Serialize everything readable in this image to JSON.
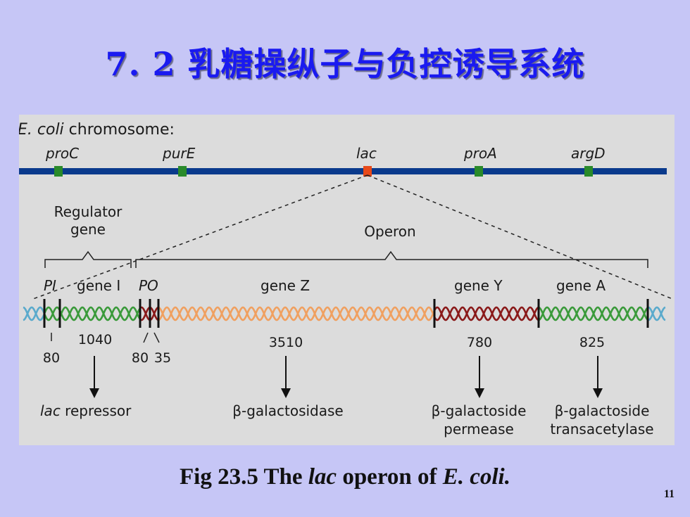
{
  "slide": {
    "title": "7. 2 乳糖操纵子与负控诱导系统",
    "page_number": "11"
  },
  "caption": {
    "prefix": "Fig 23.5  The ",
    "italic_1": "lac",
    "middle": " operon of ",
    "italic_2": "E. coli."
  },
  "colors": {
    "slide_bg": "#c6c6f6",
    "title": "#1a1af0",
    "panel_bg": "#dcdcdc",
    "chromosome": "#0a3a8c",
    "gene_marker": "#2a8a2a",
    "lac_marker": "#e84a1a",
    "helix_cyan": "#5aaacc",
    "helix_green": "#3a9a3a",
    "helix_dark_red": "#8a1a1a",
    "helix_orange": "#f0a060"
  },
  "diagram": {
    "chromosome_label_italic": "E. coli",
    "chromosome_label_rest": " chromosome:",
    "chromosome_genes": [
      "proC",
      "purE",
      "lac",
      "proA",
      "argD"
    ],
    "regulator_label_line1": "Regulator",
    "regulator_label_line2": "gene",
    "operon_label": "Operon",
    "segments": {
      "PI": "PI",
      "gene_I": "gene I",
      "PO": "PO",
      "gene_Z": "gene Z",
      "gene_Y": "gene Y",
      "gene_A": "gene A"
    },
    "lengths": {
      "PI": "80",
      "gene_I": "1040",
      "P": "80",
      "O": "35",
      "gene_Z": "3510",
      "gene_Y": "780",
      "gene_A": "825"
    },
    "products": {
      "repressor_italic": "lac",
      "repressor_rest": " repressor",
      "galactosidase": "β-galactosidase",
      "permease_line1": "β-galactoside",
      "permease_line2": "permease",
      "transacetylase_line1": "β-galactoside",
      "transacetylase_line2": "transacetylase"
    }
  }
}
